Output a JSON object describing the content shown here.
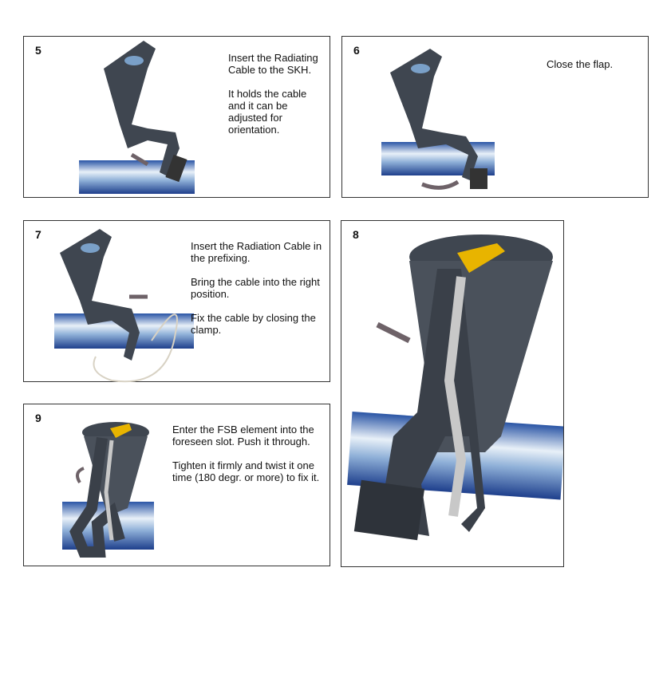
{
  "steps": [
    {
      "number": "5",
      "paragraphs": [
        "Insert the Radiating Cable to the SKH.",
        "It holds the cable and it can be adjusted for orientation."
      ]
    },
    {
      "number": "6",
      "paragraphs": [
        "Close the flap."
      ]
    },
    {
      "number": "7",
      "paragraphs": [
        "Insert the Radiation Cable in the prefixing.",
        "Bring the cable into the right position.",
        "Fix the cable by closing the clamp."
      ]
    },
    {
      "number": "8",
      "paragraphs": []
    },
    {
      "number": "9",
      "paragraphs": [
        "Enter the FSB element into the foreseen slot. Push it through.",
        "Tighten it firmly and twist it one time (180 degr. or more) to fix it."
      ]
    }
  ],
  "colors": {
    "pipe_light": "#e6eef7",
    "pipe_dark": "#1e3f8c",
    "clamp": "#3f4650",
    "arrow": "#6e6268",
    "tag": "#e8b400"
  }
}
